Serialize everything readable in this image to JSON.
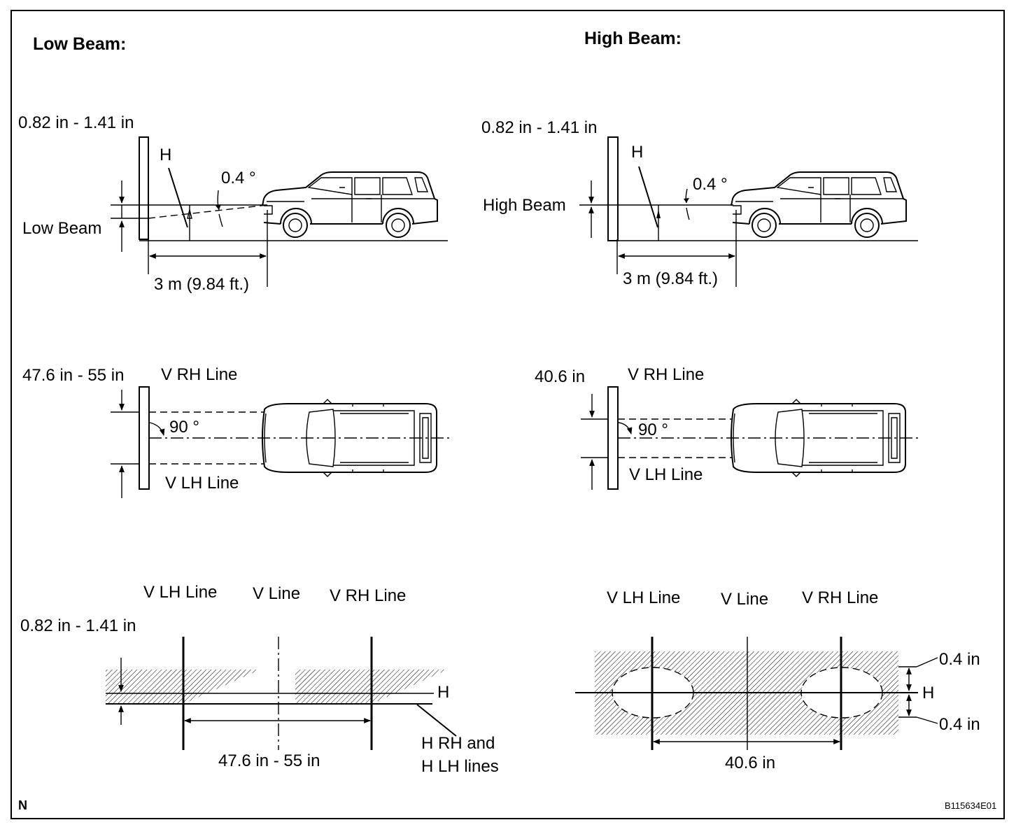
{
  "low_beam": {
    "title": "Low Beam:",
    "side_view": {
      "height_range": "0.82  in - 1.41 in",
      "h_label": "H",
      "angle": "0.4 °",
      "beam_label": "Low Beam",
      "distance": "3 m (9.84 ft.)"
    },
    "top_view": {
      "width_range": "47.6 in - 55 in",
      "rh_line": "V RH Line",
      "lh_line": "V LH Line",
      "angle": "90 °"
    },
    "screen_pattern": {
      "lh_line": "V LH Line",
      "v_line": "V Line",
      "rh_line": "V RH Line",
      "height_range": "0.82 in - 1.41 in",
      "h_label": "H",
      "spacing": "47.6 in - 55 in",
      "h_lines_line1": "H RH and",
      "h_lines_line2": "H LH lines"
    }
  },
  "high_beam": {
    "title": "High Beam:",
    "side_view": {
      "height_range": "0.82 in - 1.41 in",
      "h_label": "H",
      "angle": "0.4 °",
      "beam_label": "High Beam",
      "distance": "3 m (9.84 ft.)"
    },
    "top_view": {
      "width": "40.6 in",
      "rh_line": "V RH Line",
      "lh_line": "V LH Line",
      "angle": "90 °"
    },
    "screen_pattern": {
      "lh_line": "V LH Line",
      "v_line": "V Line",
      "rh_line": "V RH Line",
      "offset_top": "0.4 in",
      "offset_bottom": "0.4 in",
      "h_label": "H",
      "spacing": "40.6 in"
    }
  },
  "footer": {
    "code": "N",
    "figure_id": "B115634E01"
  }
}
